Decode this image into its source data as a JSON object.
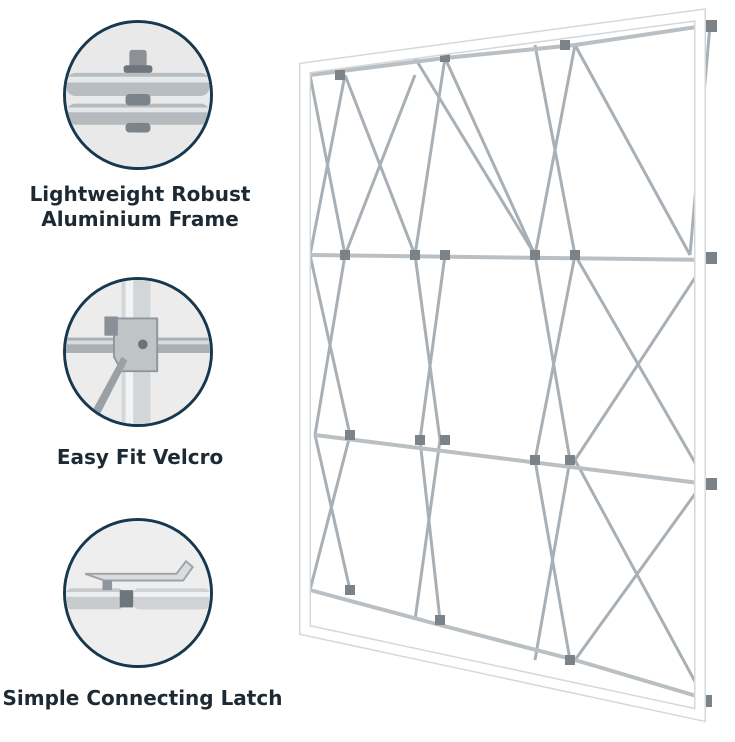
{
  "features": [
    {
      "label_line1": "Lightweight Robust",
      "label_line2": "Aluminium Frame",
      "icon": "frame-joint-icon"
    },
    {
      "label_line1": "Easy Fit Velcro",
      "icon": "velcro-bracket-icon"
    },
    {
      "label_line1": "Simple Connecting Latch",
      "icon": "connecting-latch-icon"
    }
  ],
  "colors": {
    "circle_border": "#17384f",
    "label_text": "#1d2a33",
    "frame_white": "#ffffff",
    "frame_metal": "#9aa3aa"
  }
}
